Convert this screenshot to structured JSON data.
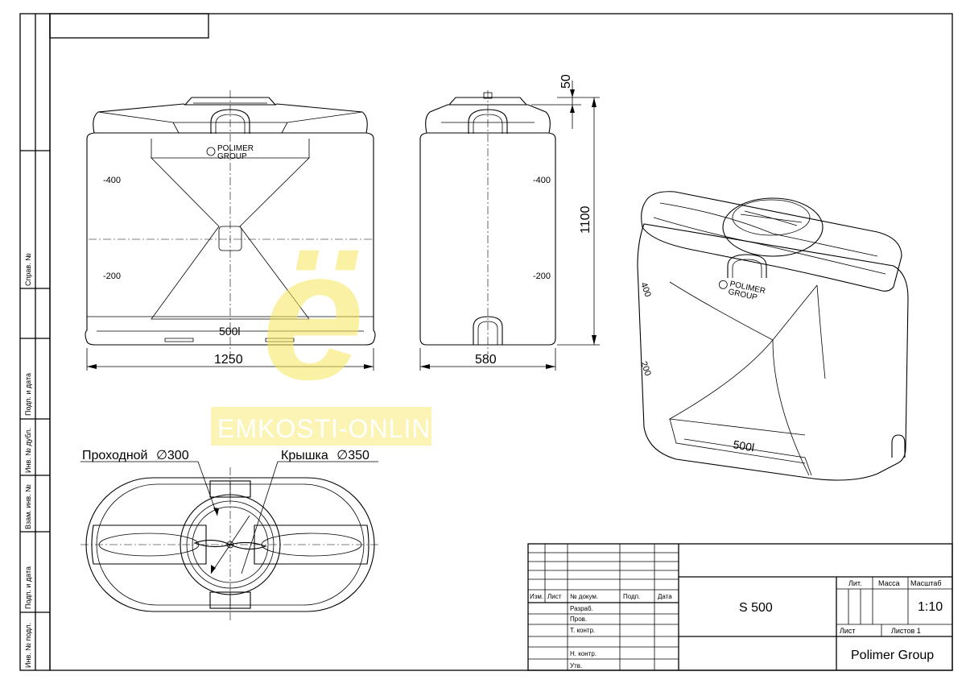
{
  "side_stamps": [
    "Справ. №",
    "Подп. и дата",
    "Инв. № дубл.",
    "Взам. инв. №",
    "Подп. и дата",
    "Инв. № подл."
  ],
  "dimensions": {
    "front_width": "1250",
    "side_width": "580",
    "height": "1100",
    "lid_height": "50"
  },
  "level_marks": {
    "upper": "-400",
    "lower": "-200",
    "iso_upper": "400",
    "iso_lower": "200"
  },
  "tank_label": "500l",
  "brand_logo": [
    "POLIMER",
    "GROUP"
  ],
  "plan_labels": {
    "manhole": "Проходной",
    "manhole_diameter": "300",
    "lid": "Крышка",
    "lid_diameter": "350",
    "diameter_symbol": "∅"
  },
  "watermark": {
    "letter": "ё",
    "site": "EMKOSTI-ONLINE.RU"
  },
  "title_block": {
    "col_headers": [
      "Изм.",
      "Лист",
      "№ докум.",
      "Подп.",
      "Дата"
    ],
    "row_labels": [
      "Разраб.",
      "Пров.",
      "Т. контр.",
      "Н. контр.",
      "Утв."
    ],
    "product": "S 500",
    "lit_label": "Лит.",
    "mass_label": "Масса",
    "scale_label": "Масштаб",
    "scale_value": "1:10",
    "sheet_label": "Лист",
    "sheets_label": "Листов 1",
    "company": "Polimer Group"
  }
}
